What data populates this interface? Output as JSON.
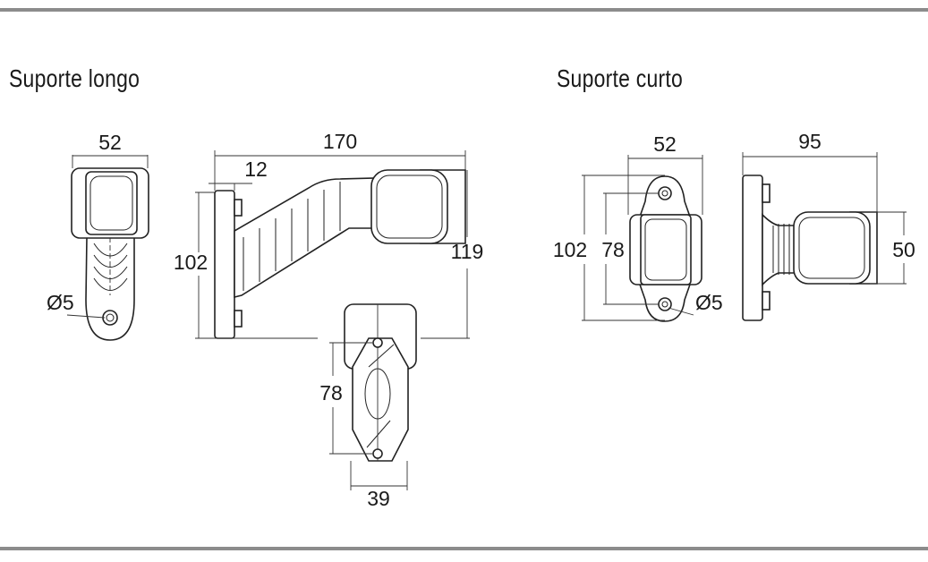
{
  "sections": {
    "long": {
      "title": "Suporte longo"
    },
    "short": {
      "title": "Suporte curto"
    }
  },
  "dimensions": {
    "long_front_width": "52",
    "long_front_hole": "Ø5",
    "long_side_length": "170",
    "long_side_offset": "12",
    "long_side_plate_height": "102",
    "long_side_total_height": "119",
    "long_bottom_hole_spacing": "78",
    "long_bottom_width": "39",
    "short_front_width": "52",
    "short_front_height": "102",
    "short_front_hole_spacing": "78",
    "short_front_hole": "Ø5",
    "short_side_length": "95",
    "short_side_head_height": "50"
  },
  "colors": {
    "rule": "#8c8c8c",
    "line": "#222222"
  }
}
